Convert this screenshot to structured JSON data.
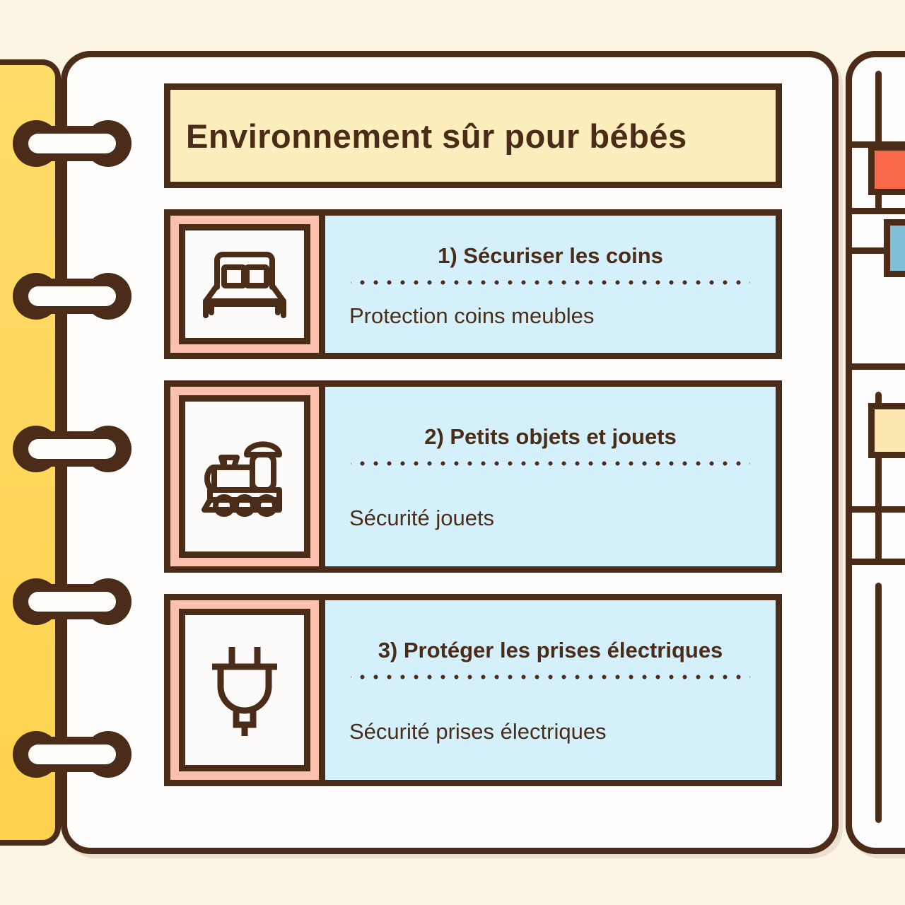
{
  "page": {
    "title": "Environnement sûr pour bébés",
    "background_color": "#fdf5e3",
    "card_color": "#fffefd",
    "ink_color": "#4a2c18",
    "spine_color": "#ffd95e",
    "title_box_color": "#fdeebe",
    "icon_box_color": "#fcc0ae",
    "text_box_color": "#d4f1fb"
  },
  "binder": {
    "ring_count": 5,
    "ring_label": "binder-ring"
  },
  "steps": [
    {
      "heading": "1) Sécuriser les coins",
      "subtitle": "Protection coins meubles",
      "icon": "bed-icon"
    },
    {
      "heading": "2) Petits objets et jouets",
      "subtitle": "Sécurité jouets",
      "icon": "toy-train-icon"
    },
    {
      "heading": "3) Protéger les prises électriques",
      "subtitle": "Sécurité prises électriques",
      "icon": "electric-plug-icon"
    }
  ],
  "behind_page": {
    "tabs": [
      {
        "name": "orange-tab",
        "color": "#fa6a4a"
      },
      {
        "name": "blue-tab",
        "color": "#7fc0d8"
      },
      {
        "name": "yellow-tab",
        "color": "#fbe8b0"
      }
    ]
  }
}
